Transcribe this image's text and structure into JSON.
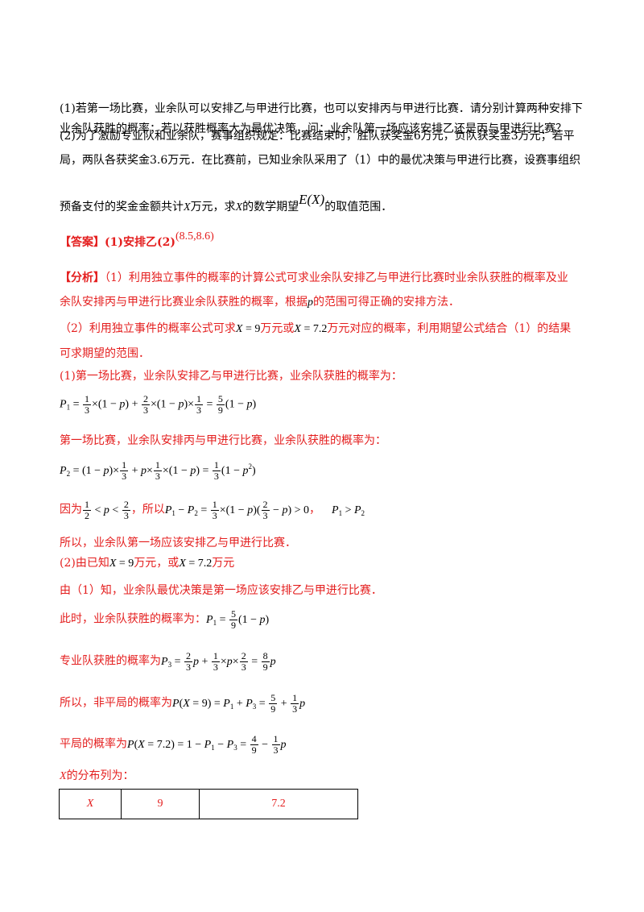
{
  "problem": {
    "q1_line1": "(1)若第一场比赛，业余队可以安排乙与甲进行比赛，也可以安排丙与甲进行比赛．请分别计算两种安排下",
    "q1_line2": "业余队获胜的概率；若以获胜概率大为最优决策，问：业余队第一场应该安排乙还是丙与甲进行比赛？",
    "q2_line1": "(2)为了激励专业队和业余队，赛事组织规定：比赛结束时，胜队获奖金6万元，负队获奖金3万元；若平",
    "q2_line2": "局，两队各获奖金3.6万元．在比赛前，已知业余队采用了（1）中的最优决策与甲进行比赛，设赛事组织",
    "q2_line3_pre": "预备支付的奖金金额共计",
    "q2_line3_mid": "万元，求",
    "q2_line3_mid2": "的数学期望",
    "q2_line3_post": "的取值范围．"
  },
  "answer": {
    "label": "【答案】",
    "part1": "(1)安排乙(2)",
    "part2": "(8.5,8.6)"
  },
  "analysis": {
    "label": "【分析】",
    "text1a": "（1）利用独立事件的概率的计算公式可求业余队安排乙与甲进行比赛时业余队获胜的概率及业",
    "text1b": "余队安排丙与甲进行比赛业余队获胜的概率，根据",
    "text1c": "的范围可得正确的安排方法．",
    "text2a": "（2）利用独立事件的概率公式可求",
    "text2b": "万元或",
    "text2c": "万元对应的概率，利用期望公式结合（1）的结果",
    "text2d": "可求期望的范围．"
  },
  "solution": {
    "s1": "(1)第一场比赛，业余队安排乙与甲进行比赛，业余队获胜的概率为：",
    "s2": "第一场比赛，业余队安排丙与甲进行比赛，业余队获胜的概率为：",
    "s3a": "因为",
    "s3b": "，所以",
    "s3c": "，",
    "s4": "所以，业余队第一场应该安排乙与甲进行比赛．",
    "s5a": "(2)由已知",
    "s5b": "万元，或",
    "s5c": "万元",
    "s6": "由（1）知，业余队最优决策是第一场应该安排乙与甲进行比赛．",
    "s7": "此时，业余队获胜的概率为：",
    "s8": "专业队获胜的概率为",
    "s9": "所以，非平局的概率为",
    "s10": "平局的概率为",
    "s11": "的分布列为："
  },
  "table": {
    "cells": [
      "X",
      "9",
      "7.2"
    ]
  }
}
